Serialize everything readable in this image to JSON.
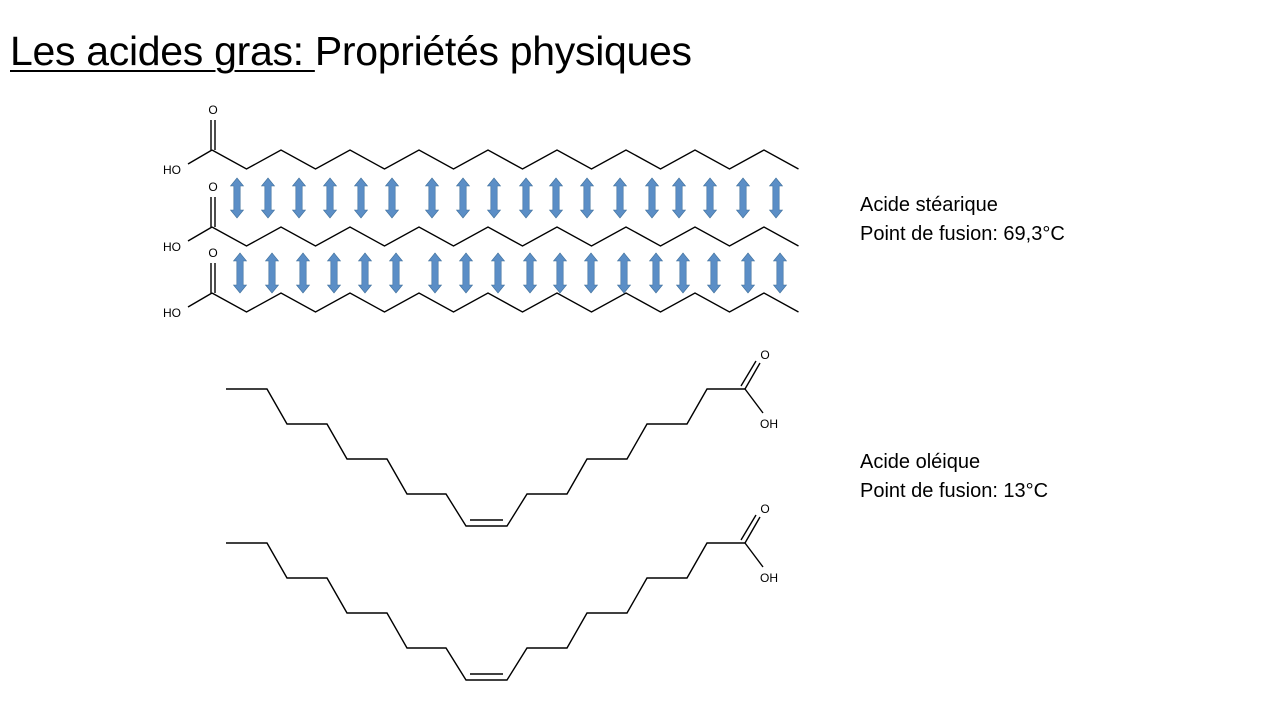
{
  "slide": {
    "title_underlined": "Les acides gras: ",
    "title_rest": "Propriétés physiques"
  },
  "atoms": {
    "oxygen": "O",
    "hydroxyl_left": "HO",
    "hydroxyl_right": "OH"
  },
  "stearic": {
    "name": "Acide stéarique",
    "melting_point": "Point de fusion: 69,3°C"
  },
  "oleic": {
    "name": "Acide oléique",
    "melting_point": "Point de fusion: 13°C"
  },
  "colors": {
    "arrow_fill": "#5b8ec6",
    "arrow_stroke": "#41719c",
    "line": "#000000"
  }
}
